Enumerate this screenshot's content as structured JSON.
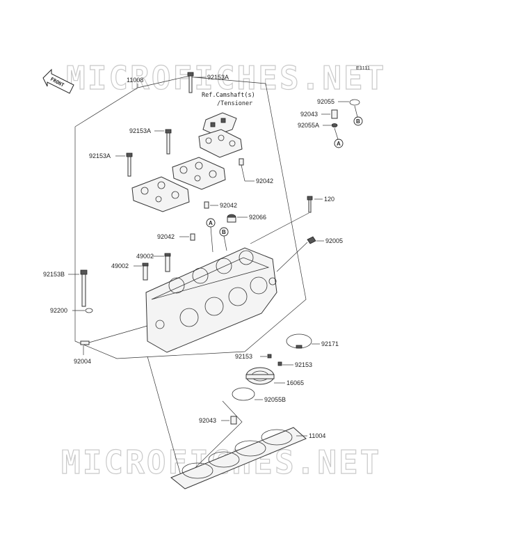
{
  "watermark": "MICROFICHES.NET",
  "diagram_code": "E1111",
  "front_label": "FRONT",
  "ref_note_line1": "Ref.Camshaft(s)",
  "ref_note_line2": "/Tensioner",
  "refs": {
    "a": "A",
    "b": "B"
  },
  "parts": {
    "p11008": "11008",
    "p92153A_top": "92153A",
    "p92153A_mid": "92153A",
    "p92153A_left": "92153A",
    "p92042_a": "92042",
    "p92042_b": "92042",
    "p92042_c": "92042",
    "p92055": "92055",
    "p92043_top": "92043",
    "p92055A": "92055A",
    "p120": "120",
    "p92066": "92066",
    "p92005": "92005",
    "p49002_a": "49002",
    "p49002_b": "49002",
    "p92153B": "92153B",
    "p92200": "92200",
    "p92004": "92004",
    "p92171": "92171",
    "p92153_a": "92153",
    "p92153_b": "92153",
    "p16065": "16065",
    "p92055B": "92055B",
    "p92043_bot": "92043",
    "p11004": "11004"
  }
}
